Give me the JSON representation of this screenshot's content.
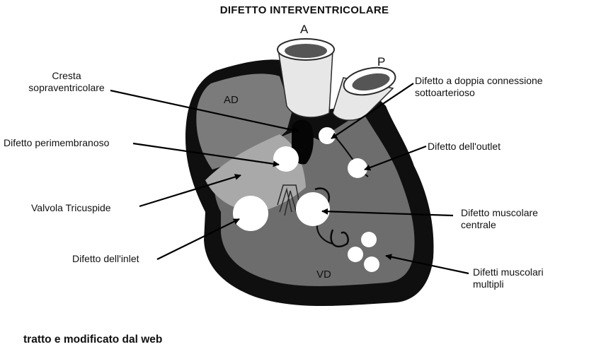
{
  "title": "DIFETTO  INTERVENTRICOLARE",
  "vessels": {
    "aorta": "A",
    "pulmonary": "P"
  },
  "chambers": {
    "right_atrium": "AD",
    "right_ventricle": "VD"
  },
  "labels": {
    "cresta_line1": "Cresta",
    "cresta_line2": "sopraventricolare",
    "perimembranoso": "Difetto perimembranoso",
    "tricuspide": "Valvola Tricuspide",
    "inlet": "Difetto dell'inlet",
    "doppia_line1": "Difetto a doppia connessione",
    "doppia_line2": "sottoarterioso",
    "outlet": "Difetto dell'outlet",
    "muscolare_line1": "Difetto muscolare",
    "muscolare_line2": "centrale",
    "multipli_line1": "Difetti muscolari",
    "multipli_line2": "multipli"
  },
  "source": "tratto e modificato dal web",
  "colors": {
    "wall": "#0f0f0f",
    "atrium": "#7b7b7b",
    "ventricle": "#6d6d6d",
    "valve": "#a9a9a9",
    "defect": "#ffffff"
  }
}
